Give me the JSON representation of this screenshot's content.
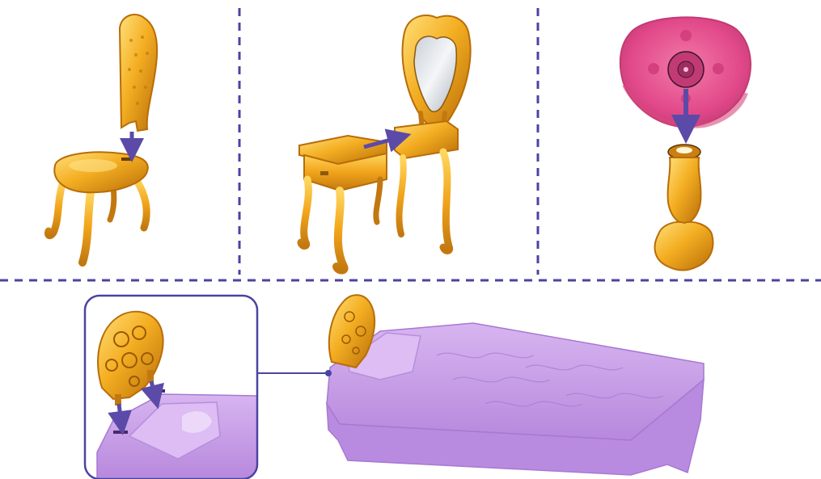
{
  "panels": [
    {
      "id": "chair",
      "component": "chair",
      "step": "attach-backrest-to-seat"
    },
    {
      "id": "vanity",
      "component": "vanity-with-mirror",
      "step": "slide-drawer-table-into-mirror-stand"
    },
    {
      "id": "lamp",
      "component": "pedestal-lamp",
      "step": "press-shade-onto-base"
    },
    {
      "id": "bed",
      "component": "bed",
      "step": "insert-headboard-into-bed-slots",
      "has_zoom_inset": true
    }
  ],
  "colors": {
    "arrow": "#5b4aa8",
    "divider": "#4a44a0",
    "gold": "#f2a81c",
    "gold_dark": "#b86d08",
    "gold_light": "#ffd86a",
    "bedding": "#c79de6",
    "bedding_dark": "#a878d2",
    "shade": "#e6548f",
    "shade_dark": "#c23a74",
    "mirror": "#d7dde4"
  },
  "icons": [
    "arrow-right-icon",
    "arrow-down-icon"
  ]
}
